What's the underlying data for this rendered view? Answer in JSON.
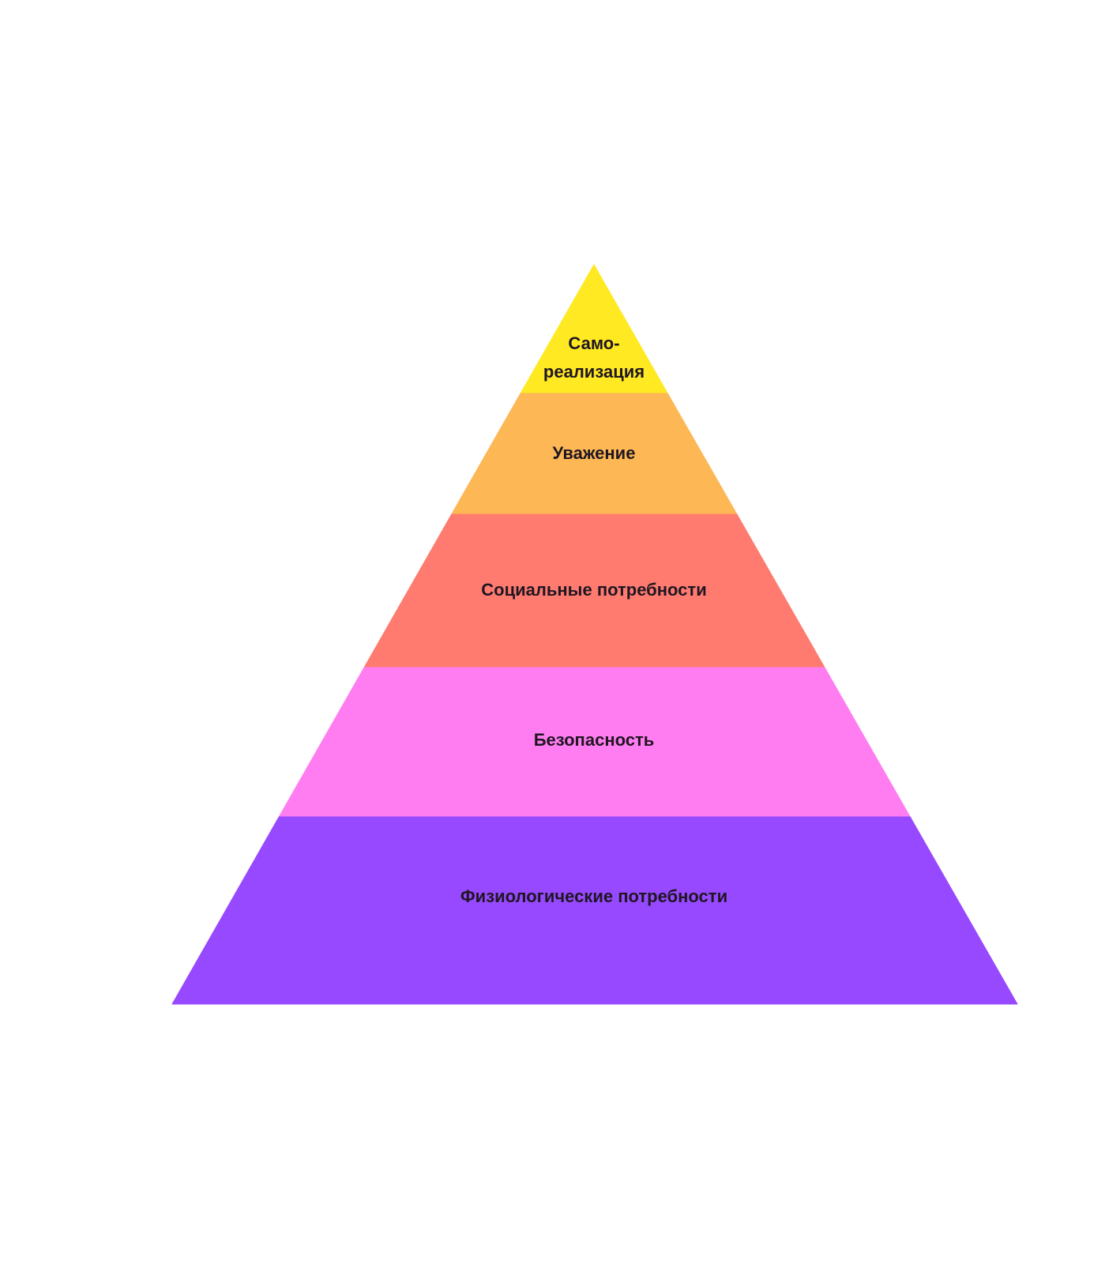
{
  "pyramid": {
    "layers": [
      {
        "id": "self-actualization",
        "label_lines": [
          "Само-",
          "реализация"
        ],
        "color": "#FFE923"
      },
      {
        "id": "esteem",
        "label_lines": [
          "Уважение"
        ],
        "color": "#FDB754"
      },
      {
        "id": "social-needs",
        "label_lines": [
          "Социальные потребности"
        ],
        "color": "#FF7B6F"
      },
      {
        "id": "safety",
        "label_lines": [
          "Безопасность"
        ],
        "color": "#FF7DF1"
      },
      {
        "id": "physiological-needs",
        "label_lines": [
          "Физиологические потребности"
        ],
        "color": "#9749FF"
      }
    ],
    "text_color": "#1F1622"
  }
}
